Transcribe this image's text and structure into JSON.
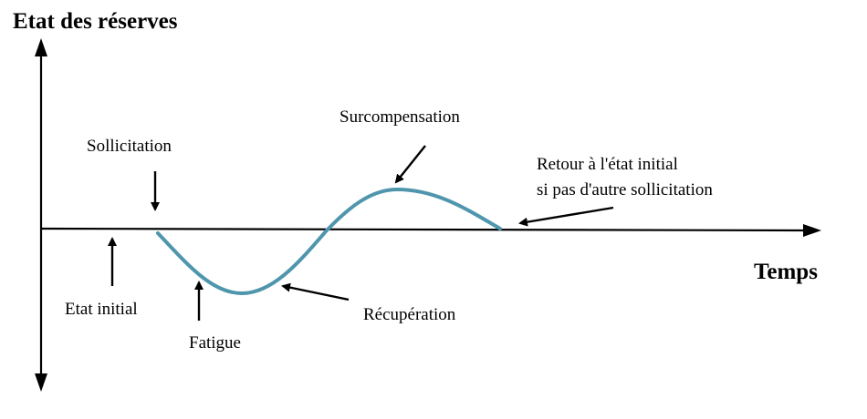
{
  "diagram": {
    "y_axis_title": "Etat des réserves",
    "x_axis_title": "Temps",
    "labels": {
      "sollicitation": "Sollicitation",
      "etat_initial": "Etat initial",
      "fatigue": "Fatigue",
      "recuperation": "Récupération",
      "surcompensation": "Surcompensation",
      "retour_line1": "Retour à l'état initial",
      "retour_line2": "si pas d'autre sollicitation"
    },
    "colors": {
      "curve": "#4f96ad",
      "axes": "#000000"
    }
  }
}
